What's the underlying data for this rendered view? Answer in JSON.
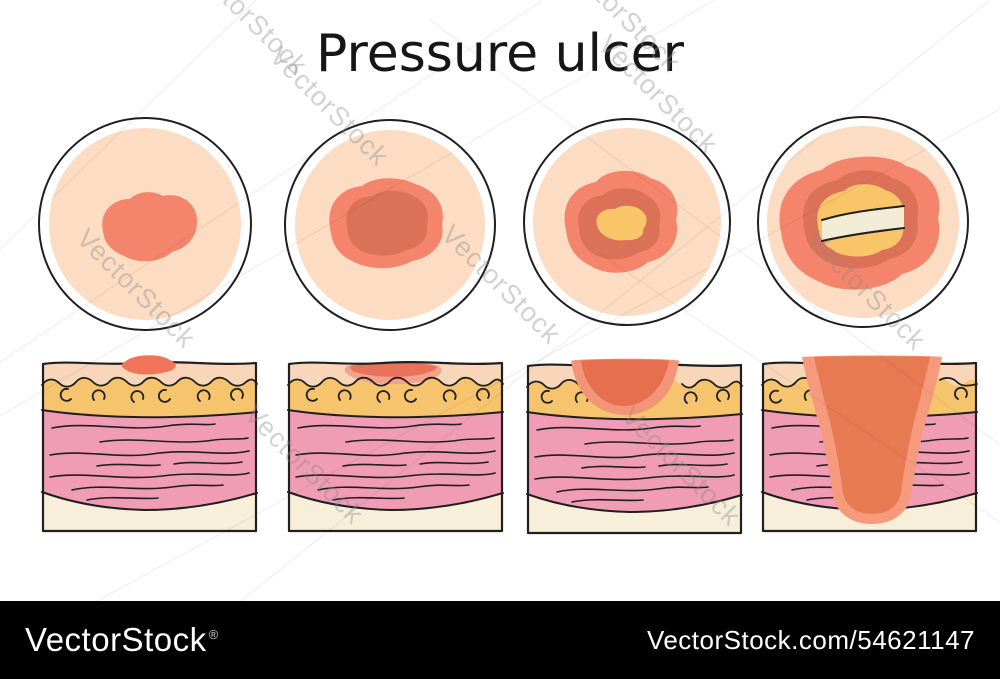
{
  "title": "Pressure ulcer",
  "palette": {
    "outline": "#1f1f1f",
    "white": "#ffffff",
    "skin_light": "#fcdcc2",
    "redness": "#f5846c",
    "inner_dark": "#db7158",
    "slough": "#f8c568",
    "bone": "#f3ecd4",
    "skin_top": "#f9d6ba",
    "fat": "#f5c46d",
    "dermis": "#f09cb5",
    "hypodermis": "#f8efda",
    "spot": "#f0745a",
    "spot_rim": "#f3a28c",
    "spot_core": "#e8735a",
    "lesion_rim": "#f29478",
    "lesion_core": "#e56f4e",
    "deep_rim": "#f59a7d",
    "deep_core": "#e87a52"
  },
  "watermark": {
    "diagonal_text": "VectorStock",
    "registered_mark": "®",
    "footer_left": "VectorStock",
    "footer_right": "VectorStock.com/54621147",
    "bar_color": "#000000",
    "footer_text_color": "#ffffff",
    "tint": "#8a8a8a"
  }
}
